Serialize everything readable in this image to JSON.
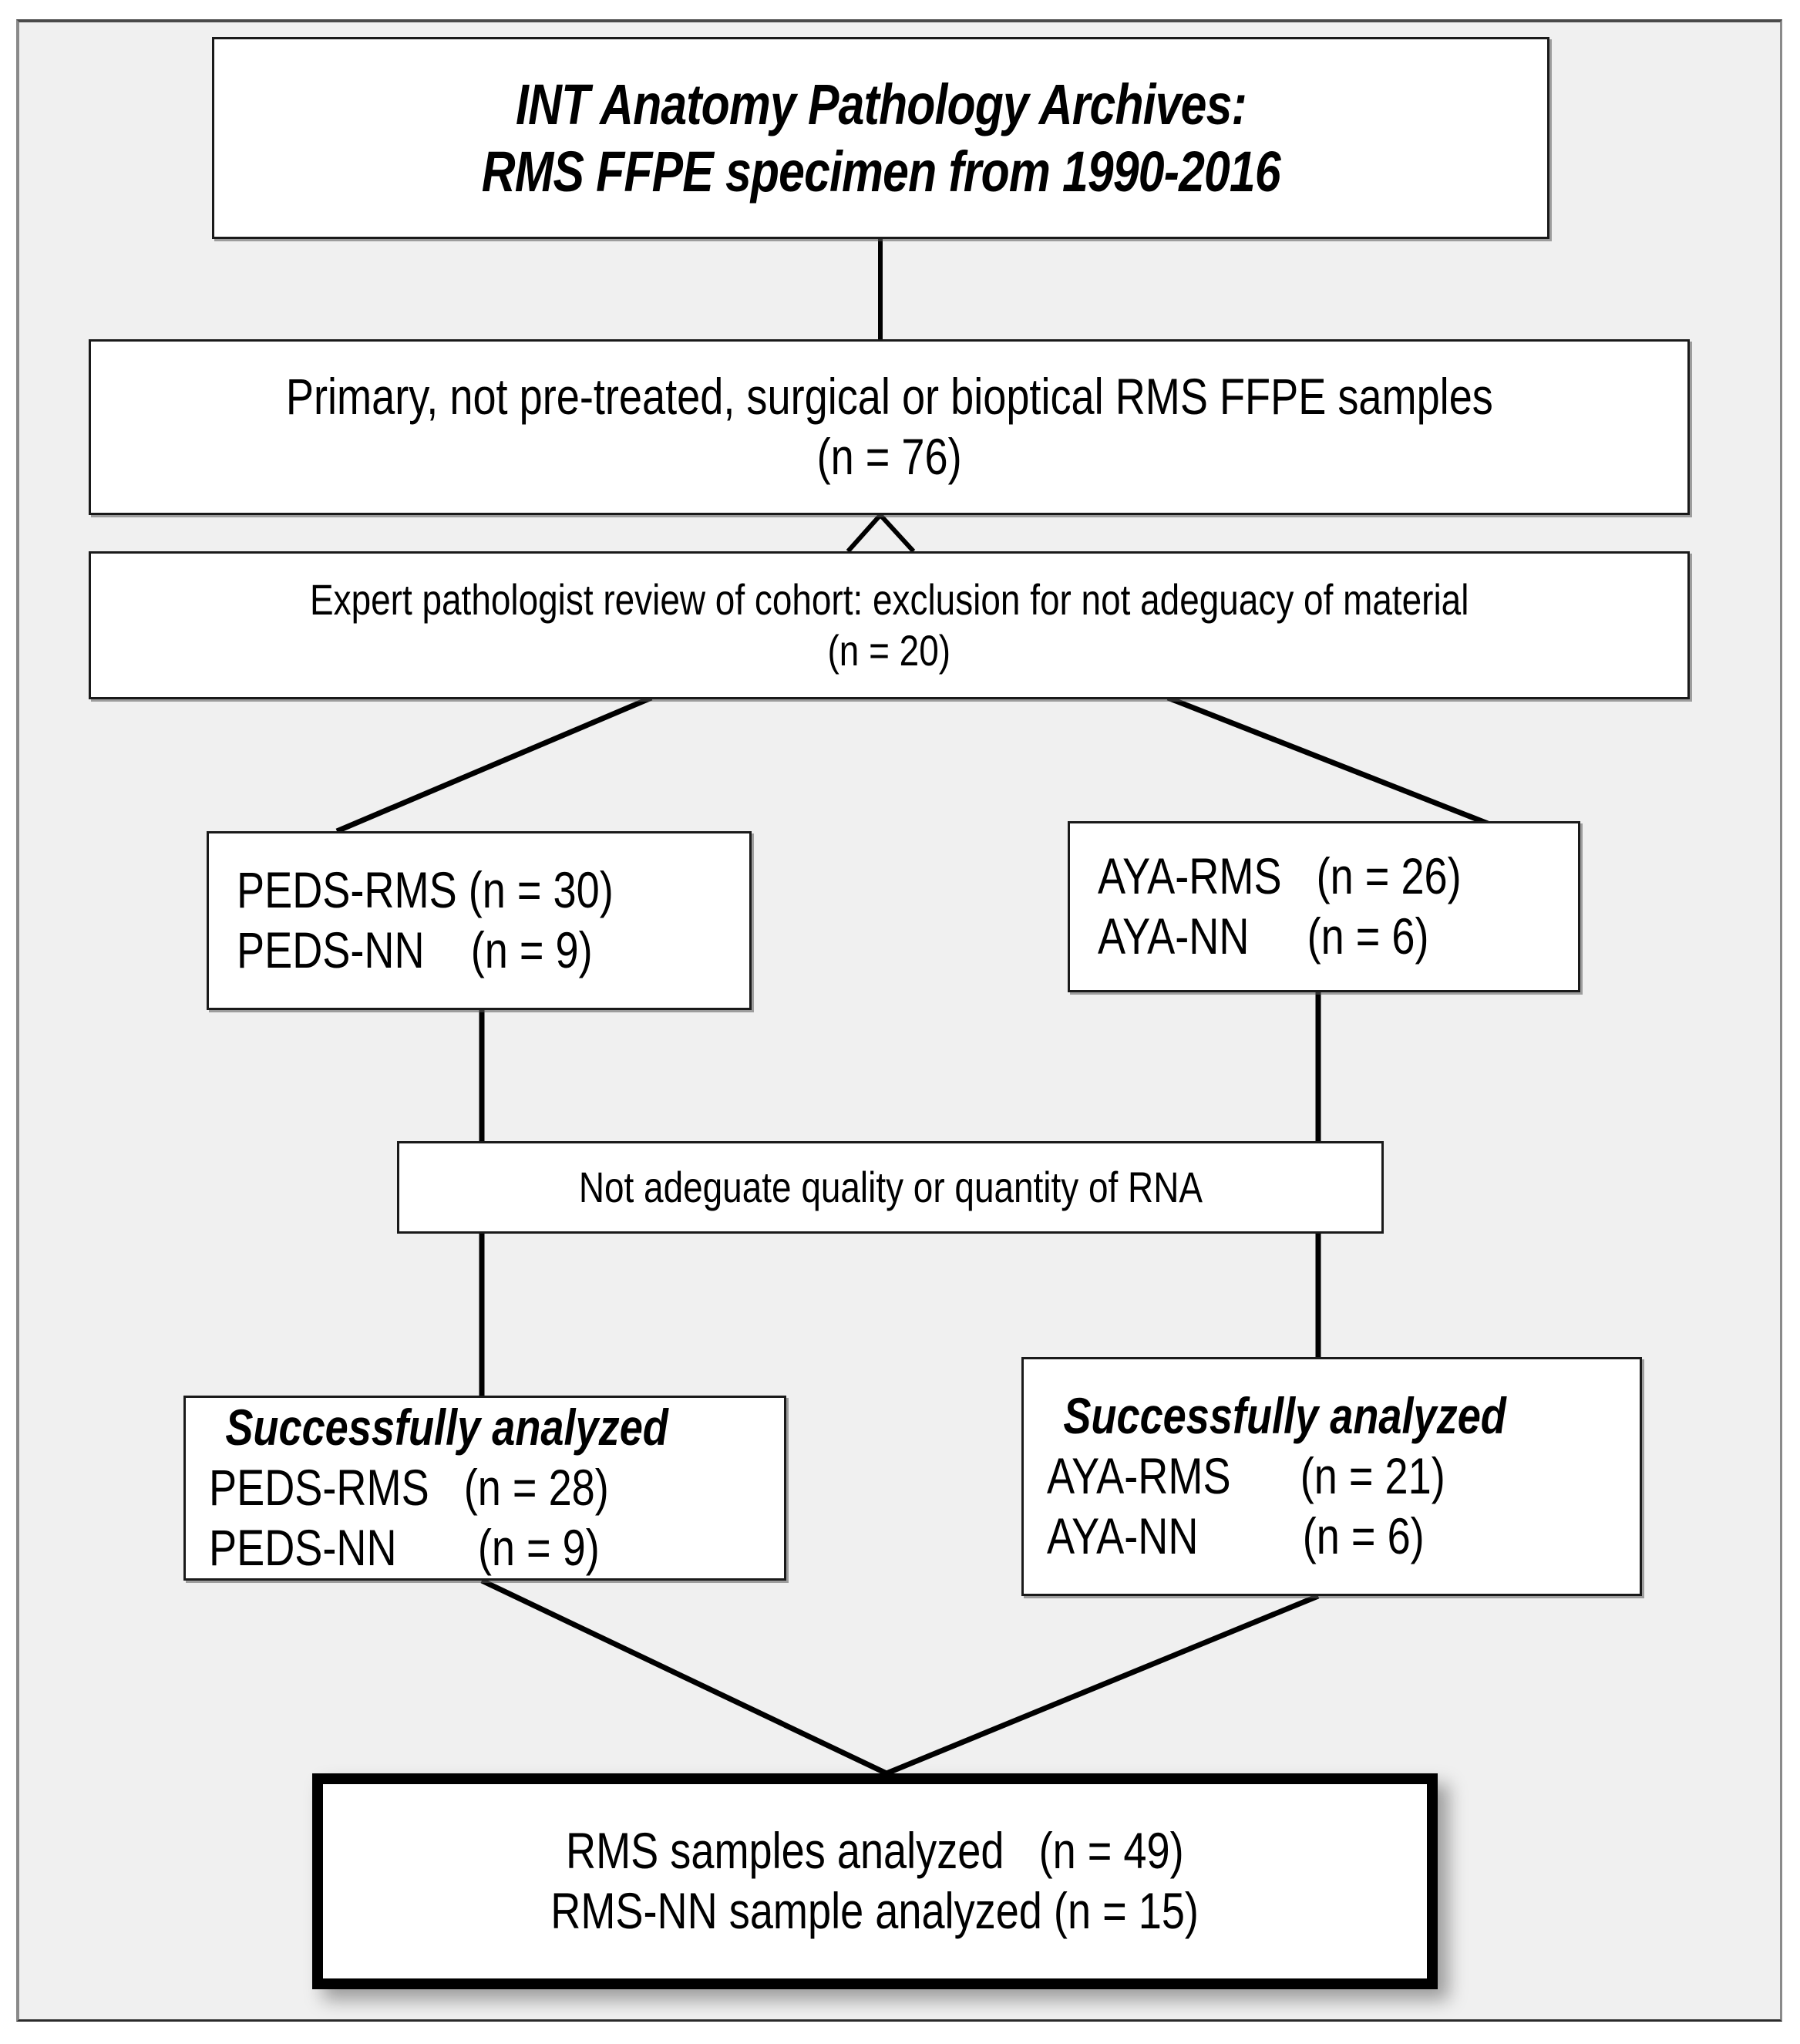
{
  "figure": {
    "type": "flowchart",
    "orientation": "top-down",
    "background_color": "#f0f0f0",
    "box_fill_color": "#ffffff",
    "line_color": "#000000"
  },
  "nodes": {
    "archives": {
      "line1": "INT Anatomy Pathology Archives:",
      "line2": "RMS FFPE specimen from 1990-2016"
    },
    "primary_samples": {
      "line1": "Primary, not pre-treated, surgical or bioptical RMS FFPE samples",
      "line2": "(n = 76)"
    },
    "pathologist_review": {
      "line1": "Expert pathologist review of cohort: exclusion for not adeguacy of material",
      "line2": "(n = 20)"
    },
    "peds_cohort": {
      "line1": "PEDS-RMS (n = 30)",
      "line2": "PEDS-NN    (n = 9)"
    },
    "aya_cohort": {
      "line1": "AYA-RMS   (n = 26)",
      "line2": "AYA-NN     (n = 6)"
    },
    "rna_exclusion": {
      "line1": "Not adeguate quality or quantity of RNA"
    },
    "peds_analyzed": {
      "heading": "Successfully analyzed",
      "line1": "PEDS-RMS   (n = 28)",
      "line2": "PEDS-NN       (n = 9)"
    },
    "aya_analyzed": {
      "heading": "Successfully analyzed",
      "line1": "AYA-RMS      (n = 21)",
      "line2": "AYA-NN         (n = 6)"
    },
    "final_totals": {
      "line1": "RMS samples analyzed   (n = 49)",
      "line2": "RMS-NN sample analyzed (n = 15)"
    }
  },
  "counts": {
    "ffpe_samples": 76,
    "excluded_not_adequate_material": 20,
    "peds_rms": 30,
    "peds_nn": 9,
    "aya_rms": 26,
    "aya_nn": 6,
    "peds_rms_analyzed": 28,
    "peds_nn_analyzed": 9,
    "aya_rms_analyzed": 21,
    "aya_nn_analyzed": 6,
    "rms_samples_analyzed": 49,
    "rms_nn_samples_analyzed": 15
  }
}
